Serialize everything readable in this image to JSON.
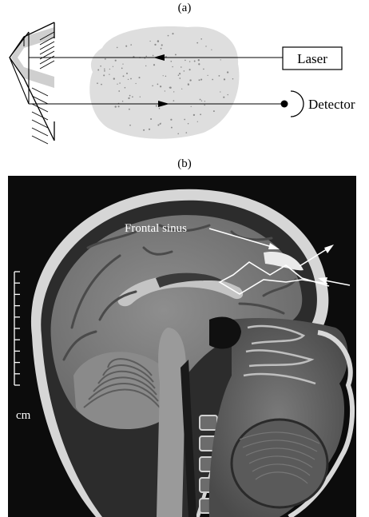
{
  "panel_a": {
    "label": "(a)",
    "laser_label": "Laser",
    "detector_label": "Detector"
  },
  "panel_b": {
    "label": "(b)",
    "annotation": "Frontal sinus",
    "scale_unit": "cm",
    "scale_divisions": 10
  }
}
